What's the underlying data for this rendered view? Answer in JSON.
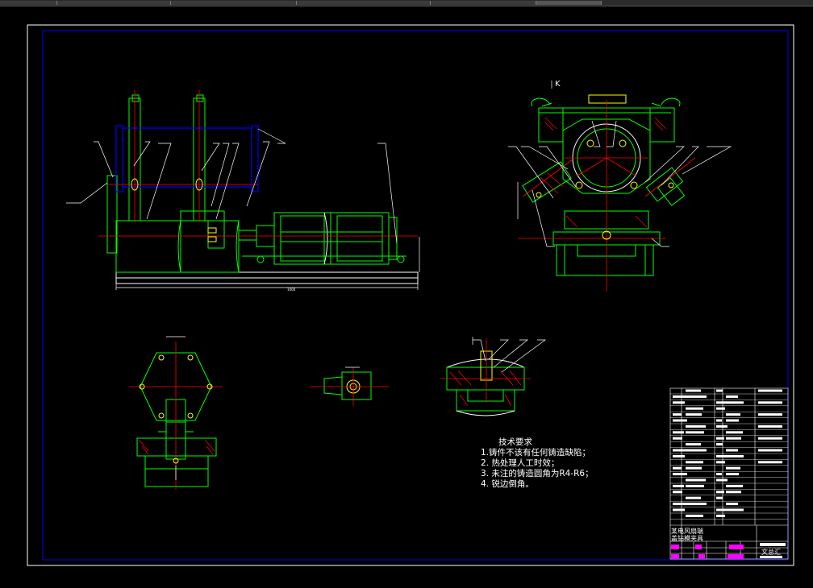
{
  "view_label_k": "K",
  "tech_requirements": {
    "title": "技术要求",
    "items": [
      "1.铸件不该有任何铸造缺陷；",
      "2. 热处理人工时效；",
      "3. 未注的铸造圆角为R4-R6；",
      "4. 锐边倒角。"
    ]
  },
  "title_block": {
    "name_line1": "某电风扇端",
    "name_line2": "盖钻模夹具",
    "drawing_no": "文总汇"
  },
  "colors": {
    "background": "#000000",
    "frame": "#ffffff",
    "inner_frame": "#0000ff",
    "part": "#00ff00",
    "center_line": "#ff0000",
    "bushing": "#ffff00",
    "magenta": "#ff00ff",
    "hatch": "#ff0000"
  }
}
